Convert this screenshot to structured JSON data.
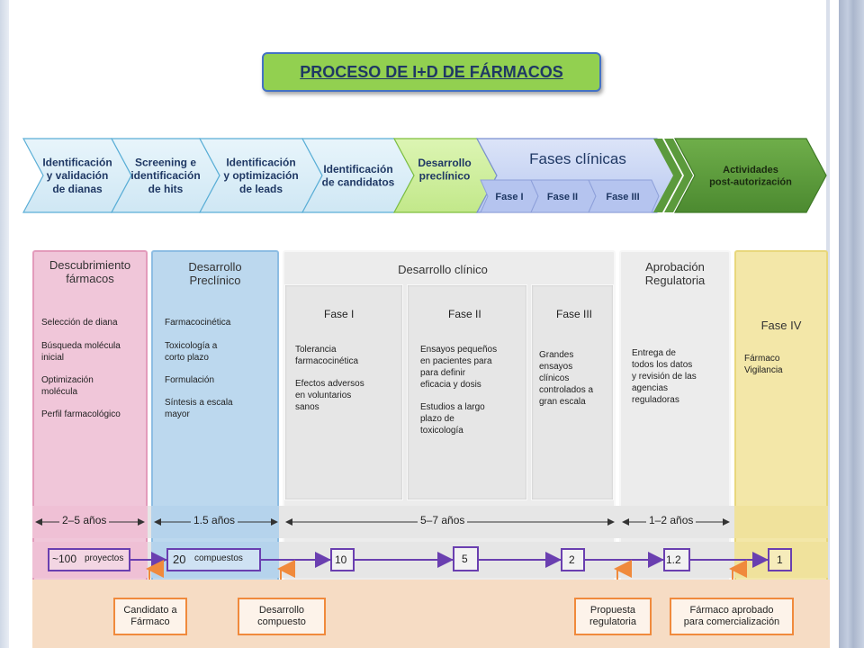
{
  "title": "PROCESO DE I+D DE FÁRMACOS",
  "stages": [
    {
      "lines": [
        "Identificación",
        "y validación",
        "de dianas"
      ]
    },
    {
      "lines": [
        "Screening e",
        "identificación",
        "de hits"
      ]
    },
    {
      "lines": [
        "Identificación",
        "y optimización",
        "de leads"
      ]
    },
    {
      "lines": [
        "Identificación",
        "de candidatos"
      ]
    },
    {
      "lines": [
        "Desarrollo",
        "preclínico"
      ]
    }
  ],
  "clinical": {
    "title": "Fases clínicas",
    "phases": [
      "Fase I",
      "Fase II",
      "Fase III"
    ]
  },
  "post": {
    "lines": [
      "Actividades",
      "post-autorización"
    ]
  },
  "columns": {
    "discovery": {
      "title": [
        "Descubrimiento",
        "fármacos"
      ],
      "items": [
        [
          "Selección de diana"
        ],
        [
          "Búsqueda molécula",
          "inicial"
        ],
        [
          "Optimización",
          "molécula"
        ],
        [
          "Perfil farmacológico"
        ]
      ],
      "duration": "2–5 años",
      "count": "~100",
      "count_label": "proyectos"
    },
    "preclinical": {
      "title": [
        "Desarrollo",
        "Preclínico"
      ],
      "items": [
        [
          "Farmacocinética"
        ],
        [
          "Toxicología a",
          "corto plazo"
        ],
        [
          "Formulación"
        ],
        [
          "Síntesis a escala",
          "mayor"
        ]
      ],
      "duration": "1.5 años",
      "count": "20",
      "count_label": "compuestos"
    },
    "clinical": {
      "title": "Desarrollo clínico",
      "duration": "5–7 años",
      "phases": [
        {
          "title": "Fase I",
          "items": [
            [
              "Tolerancia",
              "farmacocinética"
            ],
            [
              "Efectos adversos",
              "en voluntarios",
              "sanos"
            ]
          ],
          "count": "10"
        },
        {
          "title": "Fase II",
          "items": [
            [
              "Ensayos pequeños",
              "en pacientes para",
              "para definir",
              "eficacia y dosis"
            ],
            [
              "Estudios a largo",
              "plazo de",
              "toxicología"
            ]
          ],
          "count": "5"
        },
        {
          "title": "Fase III",
          "items": [
            [
              "Grandes",
              "ensayos",
              "clínicos",
              "controlados a",
              "gran escala"
            ]
          ],
          "count": "2"
        }
      ]
    },
    "regulatory": {
      "title": [
        "Aprobación",
        "Regulatoria"
      ],
      "items": [
        [
          "Entrega de",
          "todos los datos",
          "y revisión de las",
          "agencias",
          "reguladoras"
        ]
      ],
      "duration": "1–2 años",
      "count": "1.2"
    },
    "phase4": {
      "title": "Fase IV",
      "items": [
        [
          "Fármaco",
          "Vigilancia"
        ]
      ],
      "count": "1"
    }
  },
  "callouts": [
    {
      "lines": [
        "Candidato a",
        "Fármaco"
      ]
    },
    {
      "lines": [
        "Desarrollo",
        "compuesto"
      ]
    },
    {
      "lines": [
        "Propuesta",
        "regulatoria"
      ]
    },
    {
      "lines": [
        "Fármaco aprobado",
        "para comercialización"
      ]
    }
  ],
  "colors": {
    "title_bg": "#92d050",
    "title_border": "#4472c4",
    "stage_blue": "#dbeef8",
    "stage_green": "#ccee99",
    "clinical_blue": "#c4d0f2",
    "post_green": "#5b9a3c",
    "discovery": "#f0c6d9",
    "preclinical": "#bcd8ee",
    "clinical": "#ececec",
    "phase4": "#f3e7a8",
    "arrow_purple": "#6a3fb0",
    "callout_orange": "#f08a3c"
  }
}
